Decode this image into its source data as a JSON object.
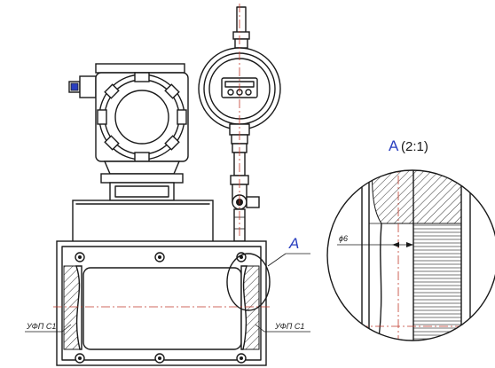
{
  "view_label": "A",
  "detail_label": "A",
  "detail_scale": "(2:1)",
  "weld_label_left": "УФП С1",
  "weld_label_right": "УФП С1",
  "dimension_label": "ϕ6",
  "colors": {
    "line": "#1a1a1a",
    "axis": "#c0392b",
    "label_accent": "#2a3fbf"
  }
}
